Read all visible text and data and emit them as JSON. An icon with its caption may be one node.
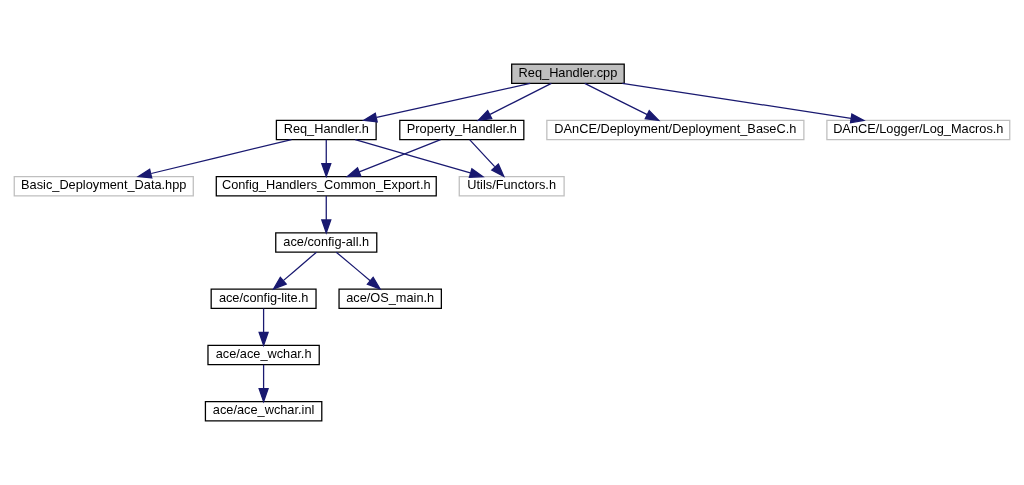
{
  "diagram": {
    "nodes": [
      {
        "text": [
          "Req_Handler.cpp"
        ]
      },
      {
        "text": [
          "Req_Handler.h"
        ]
      },
      {
        "text": [
          "Property_Handler.h"
        ]
      },
      {
        "text": [
          "DAnCE/Deployment/Deployment_BaseC.h"
        ]
      },
      {
        "text": [
          "DAnCE/Logger/Log_Macros.h"
        ]
      },
      {
        "text": [
          "Basic_Deployment_Data.hpp"
        ]
      },
      {
        "text": [
          "Utils/Functors.h"
        ]
      },
      {
        "text": [
          "Config_Handlers_Common_Export.h"
        ]
      },
      {
        "text": [
          "ace/config-all.h"
        ]
      },
      {
        "text": [
          "ace/config-lite.h"
        ]
      },
      {
        "text": [
          "ace/OS_main.h"
        ]
      },
      {
        "text": [
          "ace/ace_wchar.h"
        ]
      },
      {
        "text": [
          "ace/ace_wchar.inl"
        ]
      }
    ],
    "edges": [
      {
        "from": 0,
        "to": 1,
        "arrow": "to"
      },
      {
        "from": 0,
        "to": 2,
        "arrow": "to"
      },
      {
        "from": 0,
        "to": 3,
        "arrow": "to"
      },
      {
        "from": 0,
        "to": 4,
        "arrow": "to"
      },
      {
        "from": 1,
        "to": 5,
        "arrow": "to"
      },
      {
        "from": 1,
        "to": 6,
        "arrow": "to"
      },
      {
        "from": 1,
        "to": 7,
        "arrow": "to"
      },
      {
        "from": 2,
        "to": 6,
        "arrow": "to"
      },
      {
        "from": 2,
        "to": 7,
        "arrow": "to"
      },
      {
        "from": 7,
        "to": 8,
        "arrow": "to"
      },
      {
        "from": 8,
        "to": 9,
        "arrow": "to"
      },
      {
        "from": 8,
        "to": 10,
        "arrow": "to"
      },
      {
        "from": 9,
        "to": 11,
        "arrow": "to"
      },
      {
        "from": 11,
        "to": 12,
        "arrow": "to"
      }
    ]
  }
}
